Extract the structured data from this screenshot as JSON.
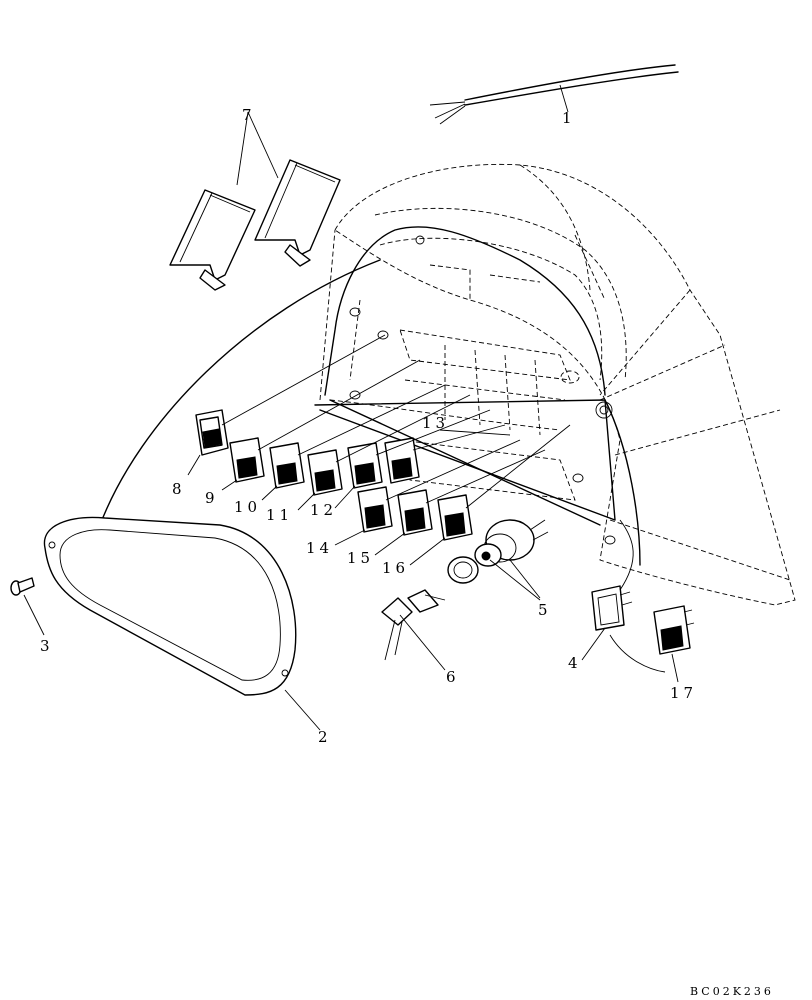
{
  "callouts": {
    "c1": "1",
    "c2": "2",
    "c3": "3",
    "c4": "4",
    "c5": "5",
    "c6": "6",
    "c7": "7",
    "c8": "8",
    "c9": "9",
    "c10": "10",
    "c11": "11",
    "c12": "12",
    "c13": "13",
    "c14": "14",
    "c15": "15",
    "c16": "16",
    "c17": "17"
  },
  "drawing_code": "BC02K236"
}
